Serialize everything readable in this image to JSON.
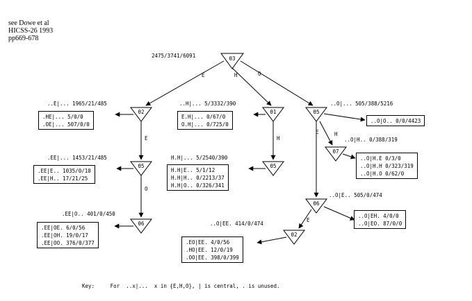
{
  "citation": {
    "lines": [
      "see Dowe et al",
      "HICSS-26 1993",
      "pp669-678"
    ]
  },
  "nodes": {
    "root": {
      "label": "θ3",
      "stats": "2475/3741/6091"
    },
    "nE": {
      "label": "θ2",
      "stats": "..E|... 1965/21/485"
    },
    "nH": {
      "label": "θ1",
      "stats": "..H|... 5/3332/390"
    },
    "nO": {
      "label": "θ5",
      "stats": "..O|... 505/388/5216"
    },
    "nEE": {
      "label": "θ5",
      "stats": ".EE|... 1453/21/485"
    },
    "nHH": {
      "label": "θ5",
      "stats": "H.H|... 5/2540/390"
    },
    "nOH": {
      "label": "θ7",
      "stats": "..O|H.. 0/388/319"
    },
    "nEEO": {
      "label": "θ6",
      "stats": ".EE|O.. 401/0/450"
    },
    "nOE": {
      "label": "θ6",
      "stats": "..O|E.. 505/0/474"
    },
    "nOEE": {
      "label": "θ2",
      "stats": "..O|EE. 414/0/474"
    }
  },
  "leaves": {
    "nE": [
      ".HE|... 5/0/0",
      ".OE|... 507/0/0"
    ],
    "nH": [
      "E.H|... 0/67/0",
      "O.H|... 0/725/0"
    ],
    "nO": [
      "..O|O.. 0/0/4423"
    ],
    "nEE": [
      ".EE|E.. 1035/0/10",
      ".EE|H.. 17/21/25"
    ],
    "nHH": [
      "H.H|E.. 5/1/12",
      "H.H|H.. 0/2213/37",
      "H.H|O.. 0/326/341"
    ],
    "nOH": [
      "..O|H.E 0/3/0",
      "..O|H.H 0/323/319",
      "..O|H.O 0/62/0"
    ],
    "nOE": [
      "..O|EH. 4/0/0",
      "..O|EO. 87/0/0"
    ],
    "nOEE": [
      ".EO|EE. 4/0/56",
      ".HO|EE. 12/0/19",
      ".OO|EE. 398/0/399"
    ],
    "nEEO": [
      ".EE|OE. 6/0/56",
      ".EE|OH. 19/0/17",
      ".EE|OO. 376/0/377"
    ]
  },
  "edges": {
    "root_E": "E",
    "root_H": "H",
    "root_O": "O",
    "nE_E": "E",
    "nH_H": "H",
    "nO_E": "E",
    "nO_H": "H",
    "nEE_O": "O",
    "nOE_E": "E"
  },
  "key": "Key:     For  ..x|...  x in {E,H,O}, | is central, . is unused."
}
